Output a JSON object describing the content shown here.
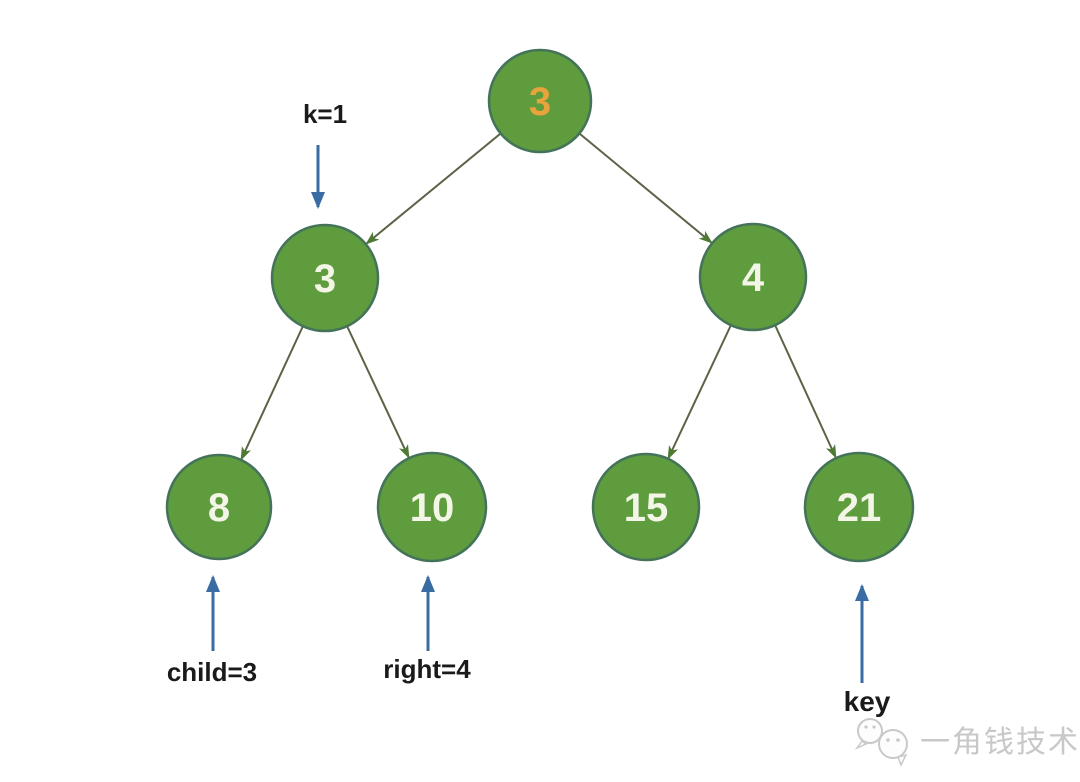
{
  "diagram": {
    "type": "binary-tree",
    "nodes": [
      {
        "id": "root",
        "value": "3",
        "level": 0,
        "value_color": "#e8a33c"
      },
      {
        "id": "left-child",
        "value": "3",
        "level": 1,
        "value_color": "#f3f6e6"
      },
      {
        "id": "right-child",
        "value": "4",
        "level": 1,
        "value_color": "#f3f6e6"
      },
      {
        "id": "leaf-8",
        "value": "8",
        "level": 2,
        "value_color": "#f3f6e6"
      },
      {
        "id": "leaf-10",
        "value": "10",
        "level": 2,
        "value_color": "#f3f6e6"
      },
      {
        "id": "leaf-15",
        "value": "15",
        "level": 2,
        "value_color": "#f3f6e6"
      },
      {
        "id": "leaf-21",
        "value": "21",
        "level": 2,
        "value_color": "#f3f6e6"
      }
    ],
    "edges": [
      {
        "from": "root",
        "to": "left-child"
      },
      {
        "from": "root",
        "to": "right-child"
      },
      {
        "from": "left-child",
        "to": "leaf-8"
      },
      {
        "from": "left-child",
        "to": "leaf-10"
      },
      {
        "from": "right-child",
        "to": "leaf-15"
      },
      {
        "from": "right-child",
        "to": "leaf-21"
      }
    ],
    "annotations": [
      {
        "label": "k=1",
        "points_to": "left-child",
        "arrow_direction": "down"
      },
      {
        "label": "child=3",
        "points_to": "leaf-8",
        "arrow_direction": "up"
      },
      {
        "label": "right=4",
        "points_to": "leaf-10",
        "arrow_direction": "up"
      },
      {
        "label": "key",
        "points_to": "leaf-21",
        "arrow_direction": "up"
      }
    ]
  },
  "watermark": {
    "icon": "chat-bubbles-icon",
    "text": "一角钱技术"
  },
  "colors": {
    "background": "#ffffff",
    "node_fill": "#5e9c3e",
    "node_border": "#45735a",
    "root_value_text": "#e8a33c",
    "node_value_text": "#f3f6e6",
    "tree_edge_line": "#5b6347",
    "tree_arrowhead": "#4f7a33",
    "annotation_arrow": "#3a6ca4",
    "annotation_text": "#1a1a1a",
    "watermark_text": "#c8c8c8"
  }
}
